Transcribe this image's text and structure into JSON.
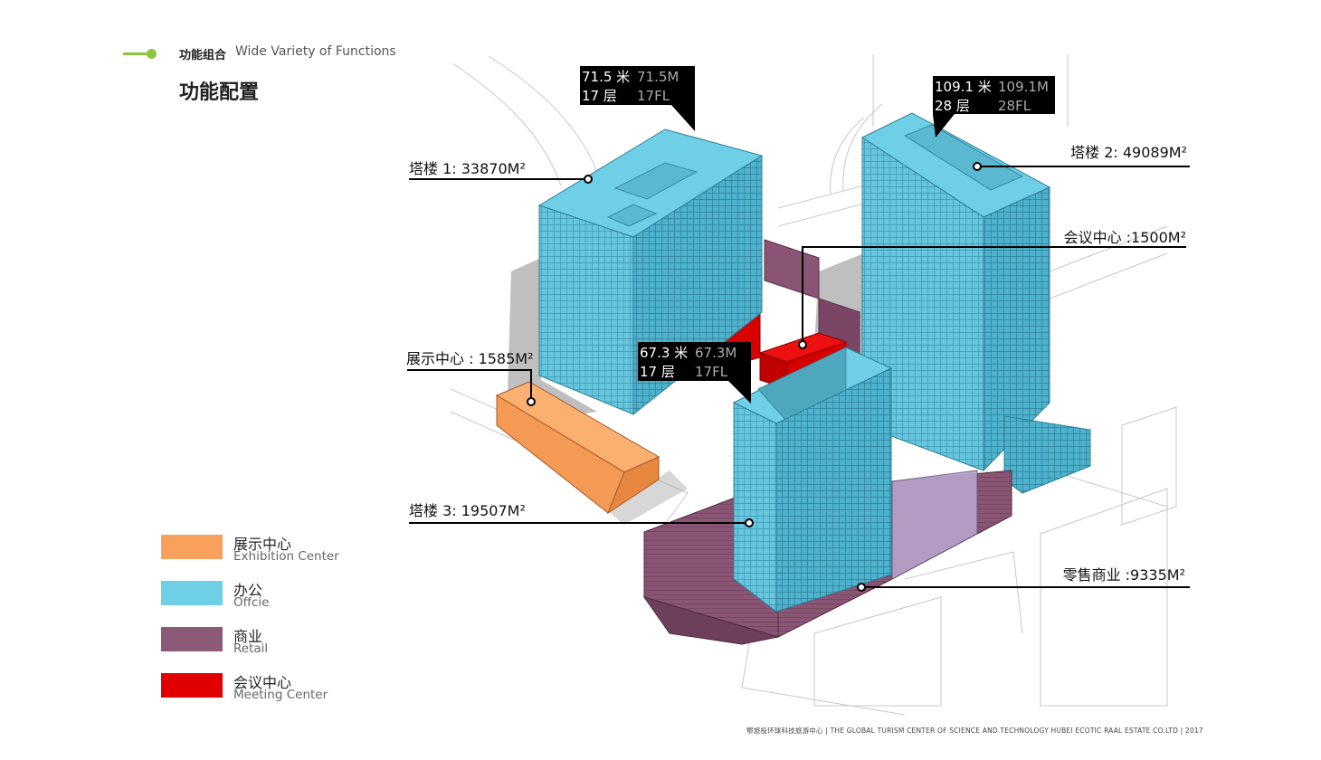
{
  "header": {
    "cn": "功能组合",
    "en": "Wide Variety of Functions",
    "title": "功能配置",
    "accent_color": "#8cc63f"
  },
  "callouts": {
    "tower1": "塔楼 1: 33870M²",
    "tower2": "塔楼 2: 49089M²",
    "tower3": "塔楼 3: 19507M²",
    "meeting": "会议中心 :1500M²",
    "exhibition": "展示中心 : 1585M²",
    "retail": "零售商业 :9335M²"
  },
  "height_labels": {
    "t1": {
      "cn_height": "71.5 米",
      "en_height": "71.5M",
      "cn_floors": "17 层",
      "en_floors": "17FL"
    },
    "t2": {
      "cn_height": "109.1 米",
      "en_height": "109.1M",
      "cn_floors": "28 层",
      "en_floors": "28FL"
    },
    "t3": {
      "cn_height": "67.3 米",
      "en_height": "67.3M",
      "cn_floors": "17 层",
      "en_floors": "17FL"
    }
  },
  "legend": [
    {
      "cn": "展示中心",
      "en": "Exhibition Center",
      "color": "#f7a15c"
    },
    {
      "cn": "办公",
      "en": "Offcie",
      "color": "#6ecfe6"
    },
    {
      "cn": "商业",
      "en": "Retail",
      "color": "#8c5a78"
    },
    {
      "cn": "会议中心",
      "en": "Meeting Center",
      "color": "#e00000"
    }
  ],
  "footer": "鄂旅投环球科技旅游中心 | THE GLOBAL TURISM CENTER OF SCIENCE AND TECHNOLOGY HUBEI ECOTIC RAAL ESTATE CO.LTD | 2017"
}
